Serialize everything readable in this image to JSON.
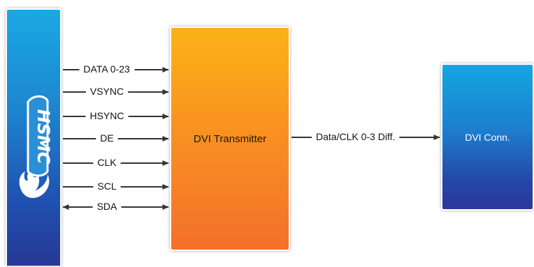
{
  "blocks": {
    "dvi_transmitter": "DVI Transmitter",
    "dvi_connector": "DVI Conn."
  },
  "logo": {
    "text": "HSMC"
  },
  "signals": [
    {
      "label": "DATA 0-23",
      "direction": "right"
    },
    {
      "label": "VSYNC",
      "direction": "right"
    },
    {
      "label": "HSYNC",
      "direction": "right"
    },
    {
      "label": "DE",
      "direction": "right"
    },
    {
      "label": "CLK",
      "direction": "right"
    },
    {
      "label": "SCL",
      "direction": "right"
    },
    {
      "label": "SDA",
      "direction": "bidirectional"
    }
  ],
  "output_signal": {
    "label": "Data/CLK 0-3 Diff.",
    "direction": "right"
  },
  "colors": {
    "blue_top": "#19a9e3",
    "blue_bottom": "#283896",
    "orange_top": "#fcb218",
    "orange_bottom": "#f3702a",
    "arrow": "#333333"
  }
}
